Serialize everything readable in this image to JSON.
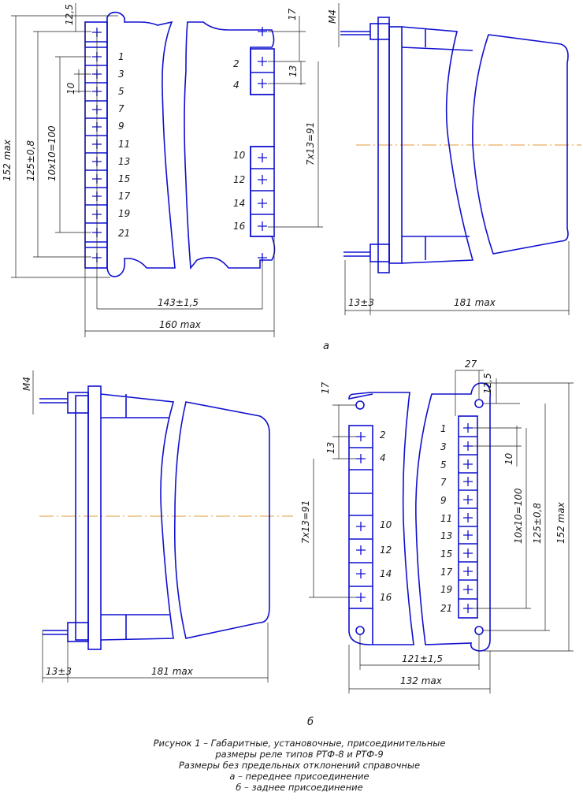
{
  "view_a": {
    "label": "а",
    "front": {
      "dims": {
        "d12_5": "12,5",
        "d17": "17",
        "d13": "13",
        "d10": "10",
        "d152": "152 max",
        "d125": "125±0,8",
        "d10x10": "10x10=100",
        "d7x13": "7x13=91",
        "d143": "143±1,5",
        "d160": "160 max"
      },
      "left_pins": [
        "1",
        "3",
        "5",
        "7",
        "9",
        "11",
        "13",
        "15",
        "17",
        "19",
        "21"
      ],
      "right_pins": [
        "2",
        "4",
        "10",
        "12",
        "14",
        "16"
      ]
    },
    "side": {
      "dims": {
        "m4": "M4",
        "d13": "13±3",
        "d181": "181 max"
      }
    }
  },
  "view_b": {
    "label": "б",
    "side": {
      "dims": {
        "m4": "M4",
        "d13": "13±3",
        "d181": "181 max"
      }
    },
    "rear": {
      "dims": {
        "d27": "27",
        "d17": "17",
        "d12_5": "12,5",
        "d13": "13",
        "d10": "10",
        "d7x13": "7x13=91",
        "d10x10": "10x10=100",
        "d125": "125±0,8",
        "d152": "152 max",
        "d121": "121±1,5",
        "d132": "132 max"
      },
      "left_pins": [
        "2",
        "4",
        "10",
        "12",
        "14",
        "16"
      ],
      "right_pins": [
        "1",
        "3",
        "5",
        "7",
        "9",
        "11",
        "13",
        "15",
        "17",
        "19",
        "21"
      ]
    }
  },
  "caption": {
    "line1": "Рисунок 1 – Габаритные, установочные, присоединительные",
    "line2": "размеры реле типов РТФ-8 и РТФ-9",
    "line3": "Размеры без предельных отклонений справочные",
    "line4": "а – переднее присоединение",
    "line5": "б – заднее присоединение"
  },
  "colors": {
    "outline": "#1010d0",
    "dimension": "#1a1a1a",
    "axis": "#e39a3a"
  }
}
